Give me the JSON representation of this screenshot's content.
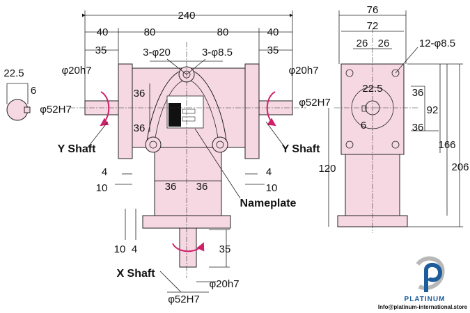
{
  "front_view": {
    "overall_width": "240",
    "seg_40_left": "40",
    "seg_80_left": "80",
    "seg_80_right": "80",
    "seg_40_right": "40",
    "shaft_len_left": "35",
    "shaft_len_right": "35",
    "hole_large": "3-φ20",
    "hole_small": "3-φ8.5",
    "shaft_dia_left": "φ20h7",
    "shaft_dia_right": "φ20h7",
    "bore_left": "φ52H7",
    "bore_right": "φ52H7",
    "half_height_top": "36",
    "half_height_bottom": "36",
    "y_shaft_left": "Y Shaft",
    "y_shaft_right": "Y Shaft",
    "flange_4_left": "4",
    "flange_10_left": "10",
    "flange_4_right": "4",
    "flange_10_right": "10",
    "half_width_left": "36",
    "half_width_right": "36",
    "nameplate": "Nameplate",
    "bottom_10": "10",
    "bottom_4": "4",
    "x_shaft_len": "35",
    "x_shaft": "X Shaft",
    "x_shaft_dia": "φ20h7",
    "x_bore": "φ52H7"
  },
  "key_detail": {
    "width": "22.5",
    "key": "6"
  },
  "side_view": {
    "width_76": "76",
    "width_72": "72",
    "seg_26_left": "26",
    "seg_26_right": "26",
    "holes": "12-φ8.5",
    "key_depth": "22.5",
    "key_width": "6",
    "half_36_top": "36",
    "half_36_bottom": "36",
    "height_92": "92",
    "height_166": "166",
    "height_206": "206",
    "height_120": "120"
  },
  "watermark": {
    "brand": "PLATINUM",
    "email": "Info@platinum-international.store"
  },
  "colors": {
    "housing": "#f6d8e2",
    "rotation_arrow": "#d0206a",
    "brand": "#1d5e9a"
  }
}
